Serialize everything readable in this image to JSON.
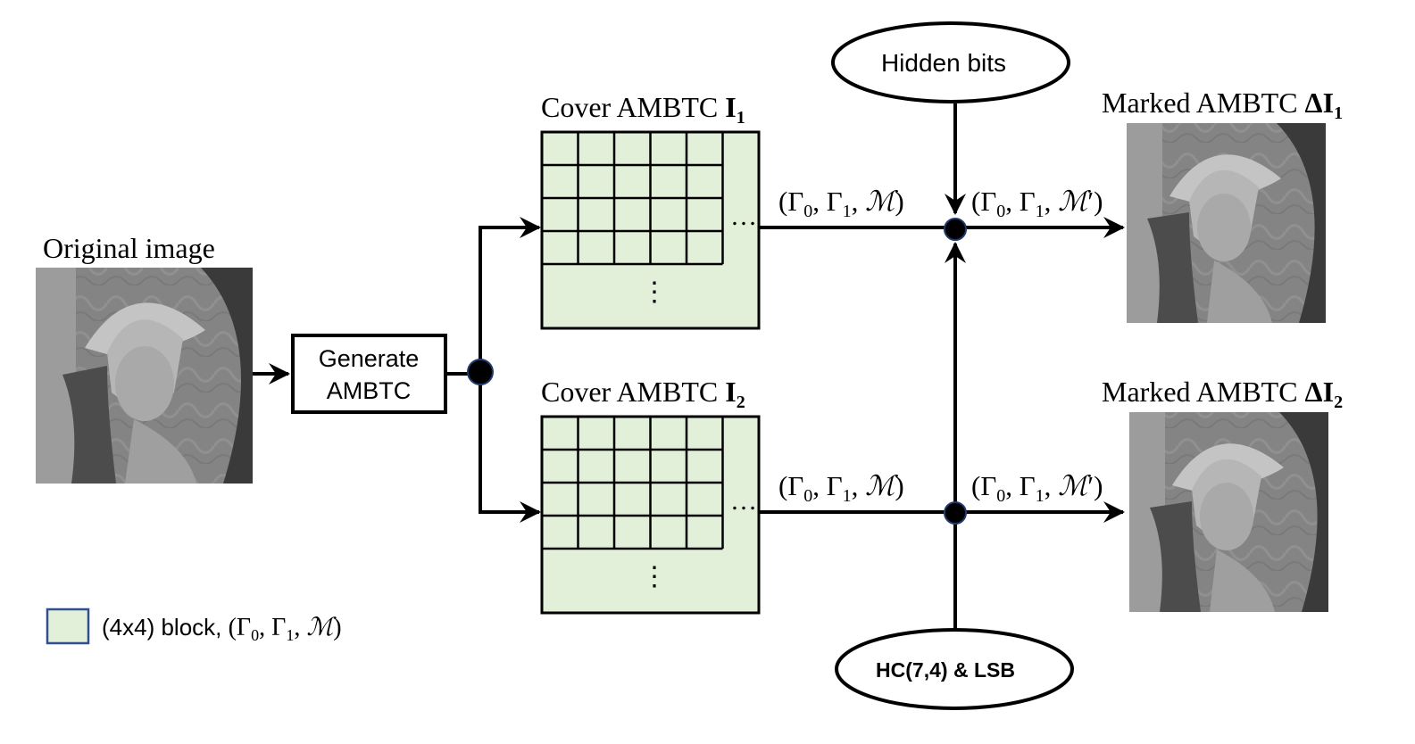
{
  "labels": {
    "original_image": "Original image",
    "generate_line1": "Generate",
    "generate_line2": "AMBTC",
    "cover_prefix": "Cover AMBTC ",
    "cover1_symbol": "I",
    "cover1_sub": "1",
    "cover2_symbol": "I",
    "cover2_sub": "2",
    "marked_prefix": "Marked AMBTC ",
    "marked1_symbol": "ΔI",
    "marked1_sub": "1",
    "marked2_symbol": "ΔI",
    "marked2_sub": "2",
    "hidden_bits": "Hidden bits",
    "hc_lsb": "HC(7,4) & LSB",
    "ellipsis_h": "…",
    "ellipsis_v": "⋮"
  },
  "tuple": {
    "open": "(Γ",
    "sub0": "0",
    "mid": ", Γ",
    "sub1": "1",
    "sep": ", ",
    "m_symbol": "ℳ",
    "m_prime": "′",
    "close": ")"
  },
  "legend": {
    "text": "(4x4) block, ",
    "swatch_color": "#e2efd9",
    "swatch_border": "#2f4f8f"
  },
  "colors": {
    "block_fill": "#e2efd9",
    "junction_dot": "#000000",
    "junction_ring": "#1f3a6e"
  }
}
